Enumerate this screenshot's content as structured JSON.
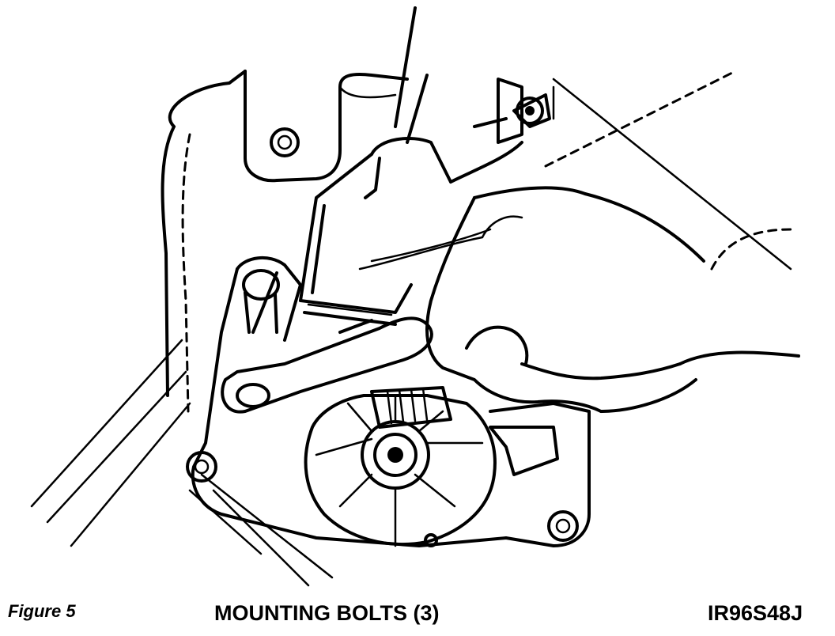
{
  "figure_label": "Figure 5",
  "callout_label": "MOUNTING BOLTS (3)",
  "drawing_code": "IR96S48J"
}
